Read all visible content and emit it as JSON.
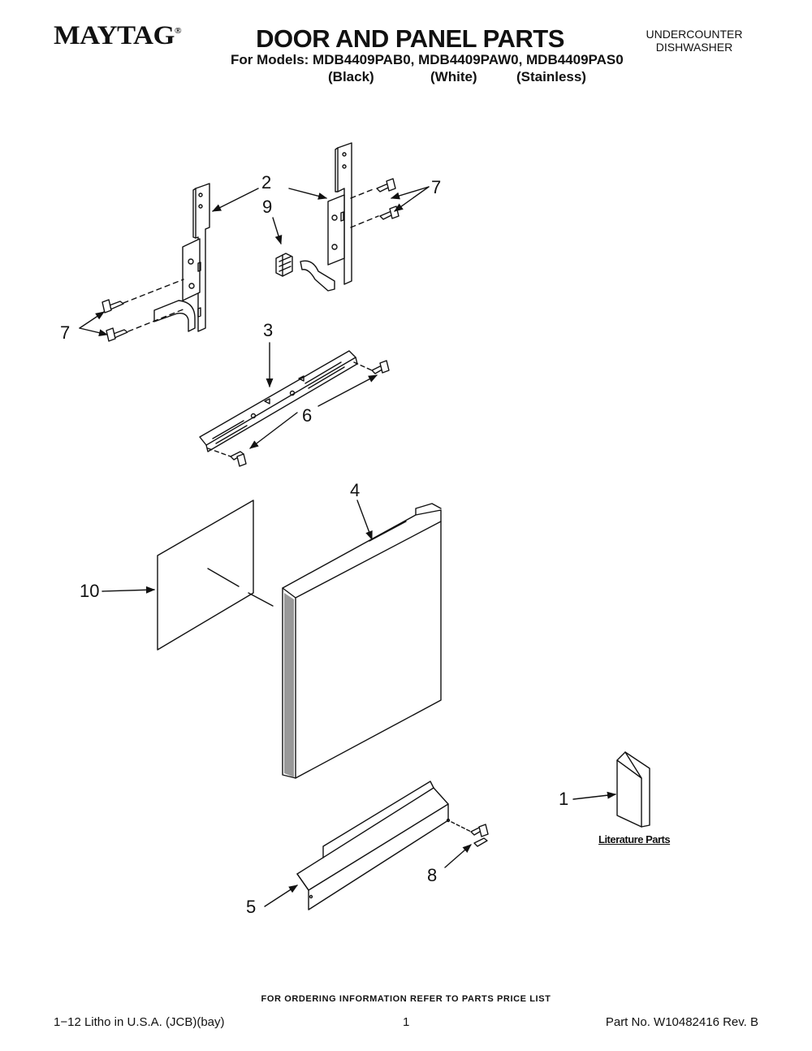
{
  "header": {
    "logo": "MAYTAG",
    "logo_mark": "®",
    "title": "DOOR AND PANEL PARTS",
    "models_line": "For Models: MDB4409PAB0, MDB4409PAW0, MDB4409PAS0",
    "variants": [
      "(Black)",
      "(White)",
      "(Stainless)"
    ],
    "product_type": [
      "UNDERCOUNTER",
      "DISHWASHER"
    ]
  },
  "callouts": {
    "c1": "1",
    "c2": "2",
    "c3": "3",
    "c4": "4",
    "c5": "5",
    "c6": "6",
    "c7a": "7",
    "c7b": "7",
    "c8": "8",
    "c9": "9",
    "c10": "10"
  },
  "literature_label": "Literature Parts",
  "ordering_note": "FOR ORDERING INFORMATION REFER TO PARTS PRICE LIST",
  "footer": {
    "litho": "1−12 Litho in U.S.A. (JCB)(bay)",
    "page": "1",
    "part_no": "Part No. W10482416 Rev. B"
  }
}
